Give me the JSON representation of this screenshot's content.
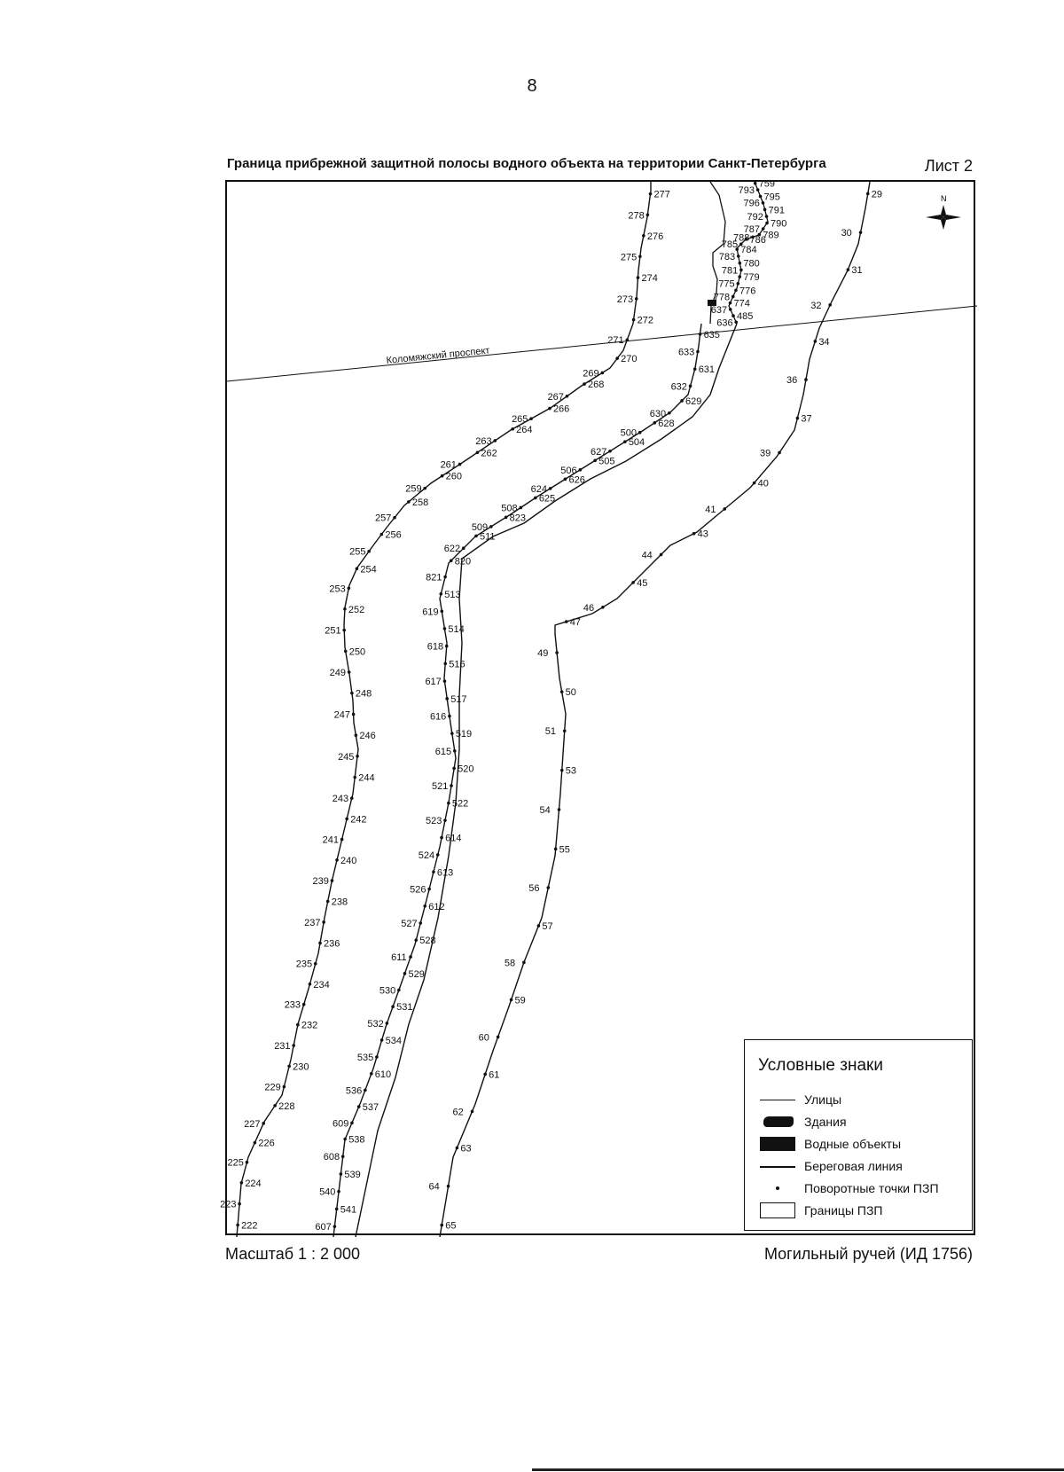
{
  "page_number": "8",
  "title": "Граница прибрежной защитной полосы водного объекта на территории Санкт-Петербурга",
  "sheet": "Лист 2",
  "scale": "Масштаб 1 : 2 000",
  "object_name": "Могильный ручей (ИД 1756)",
  "street_label": "Коломяжский проспект",
  "north_label": "N",
  "legend": {
    "title": "Условные знаки",
    "items": [
      {
        "label": "Улицы",
        "symbol": "street-line"
      },
      {
        "label": "Здания",
        "symbol": "building-blob"
      },
      {
        "label": "Водные объекты",
        "symbol": "water-fill"
      },
      {
        "label": "Береговая линия",
        "symbol": "shoreline"
      },
      {
        "label": "Поворотные точки ПЗП",
        "symbol": "turning-point"
      },
      {
        "label": "Границы ПЗП",
        "symbol": "boundary-box"
      }
    ]
  },
  "colors": {
    "ink": "#111111",
    "paper": "#ffffff"
  },
  "turning_point_labels": {
    "left_boundary": [
      "277",
      "278",
      "276",
      "275",
      "274",
      "273",
      "272",
      "271",
      "270",
      "269",
      "268",
      "267",
      "266",
      "265",
      "264",
      "263",
      "262",
      "261",
      "260",
      "259",
      "258",
      "257",
      "256",
      "255",
      "254",
      "253",
      "252",
      "251",
      "250",
      "249",
      "248",
      "247",
      "246",
      "245",
      "244",
      "243",
      "242",
      "241",
      "240",
      "239",
      "238",
      "237",
      "236",
      "235",
      "234",
      "233",
      "232",
      "231",
      "230",
      "229",
      "228",
      "227",
      "226",
      "225",
      "224",
      "223",
      "222"
    ],
    "middle_boundary": [
      "759",
      "793",
      "795",
      "796",
      "791",
      "792",
      "790",
      "787",
      "789",
      "788",
      "786",
      "785",
      "784",
      "783",
      "780",
      "781",
      "779",
      "775",
      "776",
      "778",
      "774",
      "637",
      "485",
      "636",
      "635",
      "633",
      "631",
      "632",
      "629",
      "630",
      "628",
      "500",
      "504",
      "627",
      "505",
      "506",
      "626",
      "624",
      "625",
      "508",
      "823",
      "509",
      "511",
      "622",
      "820",
      "821",
      "513",
      "619",
      "514",
      "618",
      "516",
      "617",
      "517",
      "616",
      "519",
      "615",
      "520",
      "521",
      "522",
      "523",
      "614",
      "524",
      "613",
      "526",
      "612",
      "527",
      "528",
      "611",
      "529",
      "530",
      "531",
      "532",
      "534",
      "535",
      "610",
      "536",
      "537",
      "609",
      "538",
      "608",
      "539",
      "540",
      "541",
      "607"
    ],
    "right_boundary": [
      "29",
      "30",
      "31",
      "32",
      "34",
      "36",
      "37",
      "39",
      "40",
      "41",
      "43",
      "44",
      "45",
      "46",
      "47",
      "49",
      "50",
      "51",
      "53",
      "54",
      "55",
      "56",
      "57",
      "58",
      "59",
      "60",
      "61",
      "62",
      "63",
      "64",
      "65"
    ]
  }
}
